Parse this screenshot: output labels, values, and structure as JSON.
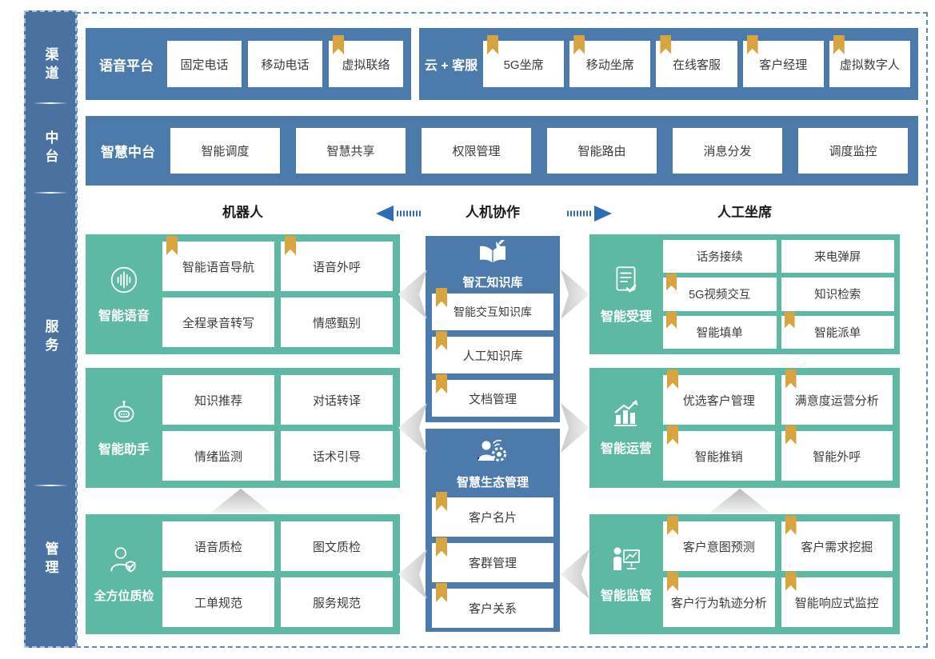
{
  "colors": {
    "blue": "#4b7aab",
    "green": "#5eb9a4",
    "gold": "#d8a440",
    "arrow_blue": "#2e6db6",
    "sidebar_blue": "#4a719f"
  },
  "sidebar": {
    "items": [
      {
        "label": "渠道"
      },
      {
        "label": "中台"
      },
      {
        "label": "服务"
      },
      {
        "label": "管理"
      }
    ]
  },
  "channel_row": {
    "voice_platform": {
      "title": "语音平台",
      "items": [
        {
          "label": "固定电话",
          "bookmark": false
        },
        {
          "label": "移动电话",
          "bookmark": false
        },
        {
          "label": "虚拟联络",
          "bookmark": true
        }
      ]
    },
    "cloud_service": {
      "title": "云 + 客服",
      "items": [
        {
          "label": "5G坐席",
          "bookmark": true
        },
        {
          "label": "移动坐席",
          "bookmark": true
        },
        {
          "label": "在线客服",
          "bookmark": true
        },
        {
          "label": "客户经理",
          "bookmark": true
        },
        {
          "label": "虚拟数字人",
          "bookmark": true
        }
      ]
    }
  },
  "middle_platform_row": {
    "title": "智慧中台",
    "items": [
      {
        "label": "智能调度"
      },
      {
        "label": "智慧共享"
      },
      {
        "label": "权限管理"
      },
      {
        "label": "智能路由"
      },
      {
        "label": "消息分发"
      },
      {
        "label": "调度监控"
      }
    ]
  },
  "collab_header": {
    "left": "机器人",
    "center": "人机协作",
    "right": "人工坐席"
  },
  "service": {
    "robot": [
      {
        "title": "智能语音",
        "icon": "voice-icon",
        "items": [
          {
            "label": "智能语音导航",
            "bookmark": true
          },
          {
            "label": "语音外呼",
            "bookmark": true
          },
          {
            "label": "全程录音转写",
            "bookmark": false
          },
          {
            "label": "情感甄别",
            "bookmark": false
          }
        ]
      },
      {
        "title": "智能助手",
        "icon": "robot-icon",
        "items": [
          {
            "label": "知识推荐",
            "bookmark": false
          },
          {
            "label": "对话转译",
            "bookmark": false
          },
          {
            "label": "情绪监测",
            "bookmark": false
          },
          {
            "label": "话术引导",
            "bookmark": false
          }
        ]
      },
      {
        "title": "全方位质检",
        "icon": "inspector-icon",
        "items": [
          {
            "label": "语音质检",
            "bookmark": false
          },
          {
            "label": "图文质检",
            "bookmark": false
          },
          {
            "label": "工单规范",
            "bookmark": false
          },
          {
            "label": "服务规范",
            "bookmark": false
          }
        ]
      }
    ],
    "knowledge": [
      {
        "title": "智汇知识库",
        "icon": "book-pen-icon",
        "items": [
          {
            "label": "智能交互知识库",
            "bookmark": true
          },
          {
            "label": "人工知识库",
            "bookmark": true
          },
          {
            "label": "文档管理",
            "bookmark": true
          }
        ]
      },
      {
        "title": "智慧生态管理",
        "icon": "person-gear-icon",
        "items": [
          {
            "label": "客户名片",
            "bookmark": true
          },
          {
            "label": "客群管理",
            "bookmark": true
          },
          {
            "label": "客户关系",
            "bookmark": true
          }
        ]
      }
    ],
    "agent": [
      {
        "title": "智能受理",
        "icon": "doc-check-icon",
        "items": [
          {
            "label": "话务接续",
            "bookmark": false
          },
          {
            "label": "来电弹屏",
            "bookmark": false
          },
          {
            "label": "5G视频交互",
            "bookmark": true
          },
          {
            "label": "知识检索",
            "bookmark": false
          },
          {
            "label": "智能填单",
            "bookmark": true
          },
          {
            "label": "智能派单",
            "bookmark": true
          }
        ]
      },
      {
        "title": "智能运营",
        "icon": "chart-up-icon",
        "items": [
          {
            "label": "优选客户管理",
            "bookmark": true
          },
          {
            "label": "满意度运营分析",
            "bookmark": true
          },
          {
            "label": "智能推销",
            "bookmark": true
          },
          {
            "label": "智能外呼",
            "bookmark": true
          }
        ]
      },
      {
        "title": "智能监管",
        "icon": "monitor-board-icon",
        "items": [
          {
            "label": "客户意图预测",
            "bookmark": true
          },
          {
            "label": "客户需求挖掘",
            "bookmark": true
          },
          {
            "label": "客户行为轨迹分析",
            "bookmark": true
          },
          {
            "label": "智能响应式监控",
            "bookmark": true
          }
        ]
      }
    ]
  }
}
